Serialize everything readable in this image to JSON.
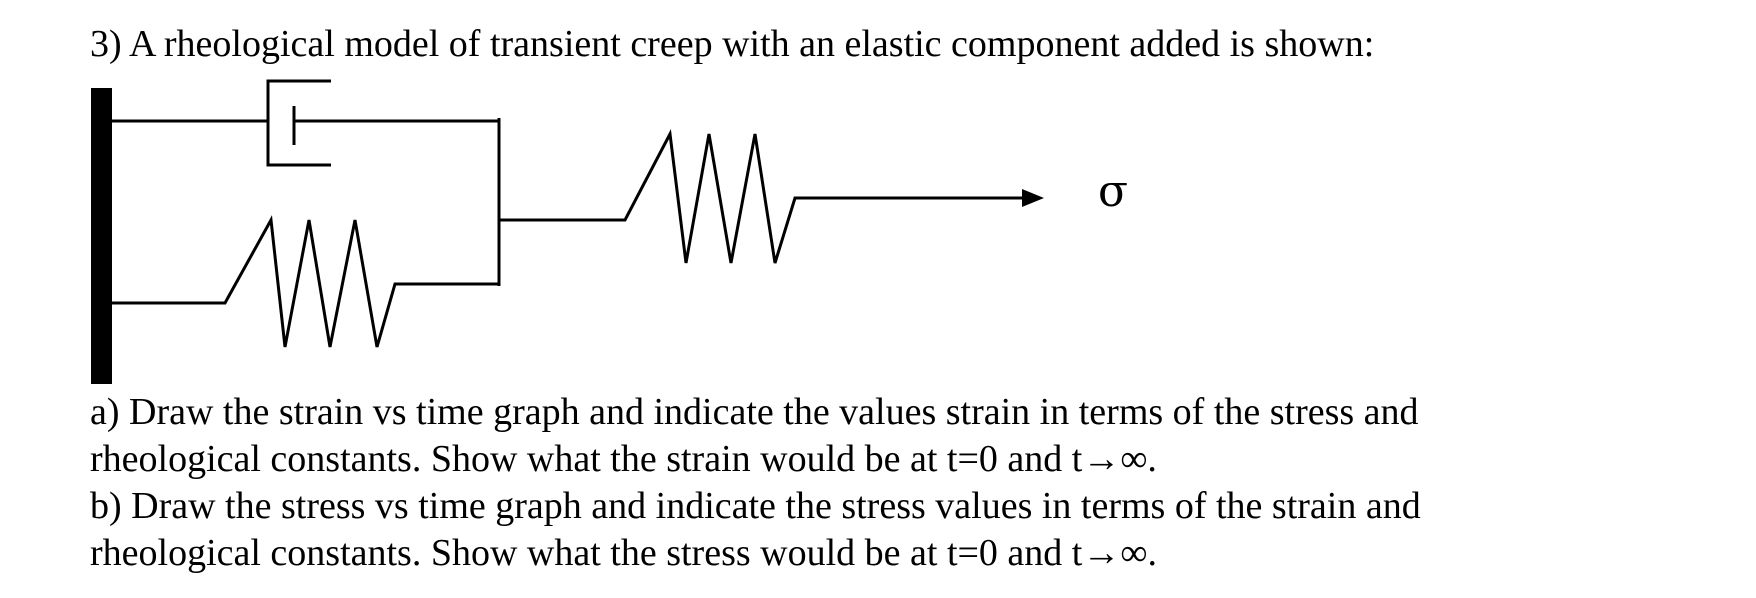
{
  "question": {
    "title": "3) A rheological model of transient creep with an elastic component added is shown:"
  },
  "figure": {
    "load_label": "σ",
    "components": [
      "wall",
      "dashpot",
      "parallel-spring",
      "series-spring",
      "load-arrow"
    ]
  },
  "parts": [
    {
      "line1": "a) Draw the strain vs time graph and indicate the values strain in terms of the stress and",
      "line2": "rheological constants. Show what the strain would be at t=0 and t→∞."
    },
    {
      "line1": "b) Draw the stress vs time graph and indicate the stress values in terms of the strain and",
      "line2": "rheological constants. Show what the stress would be at t=0 and t→∞."
    }
  ]
}
